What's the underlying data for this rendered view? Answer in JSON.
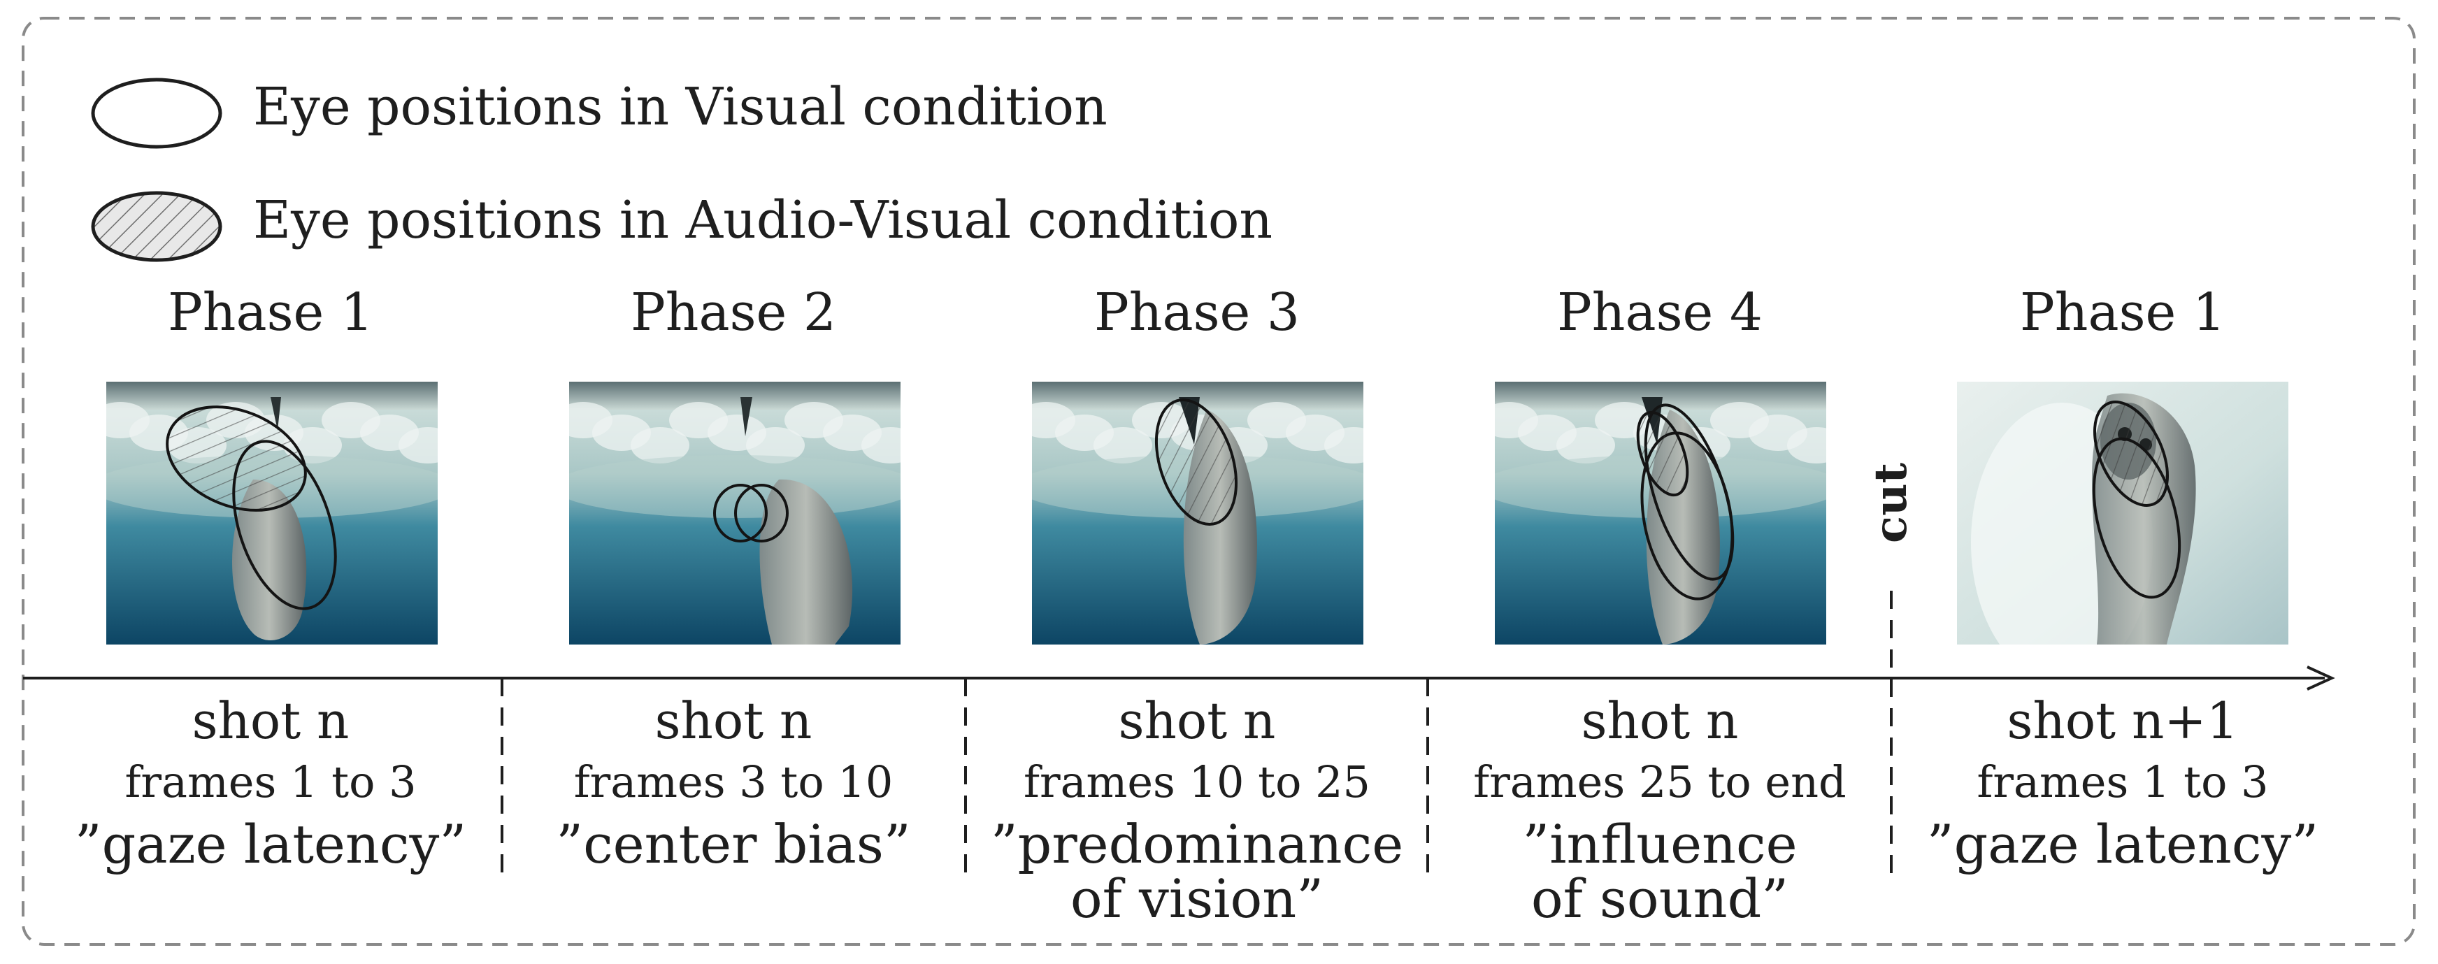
{
  "legend": {
    "visual_label": "Eye positions in Visual condition",
    "audiovisual_label": "Eye positions in Audio-Visual condition"
  },
  "cut_label": "cut",
  "phases": [
    {
      "title": "Phase 1",
      "shot": "shot n",
      "frames": "frames 1 to 3",
      "caption": [
        "”gaze latency”"
      ],
      "scene": "ice-seal-diving-left"
    },
    {
      "title": "Phase 2",
      "shot": "shot n",
      "frames": "frames 3 to 10",
      "caption": [
        "”center bias”"
      ],
      "scene": "ice-seal-right"
    },
    {
      "title": "Phase 3",
      "shot": "shot n",
      "frames": "frames 10 to 25",
      "caption": [
        "”predominance",
        "of vision”"
      ],
      "scene": "ice-seal-center"
    },
    {
      "title": "Phase 4",
      "shot": "shot n",
      "frames": "frames 25 to end",
      "caption": [
        "”influence",
        "of sound”"
      ],
      "scene": "ice-seal-center"
    },
    {
      "title": "Phase 1",
      "shot": "shot n+1",
      "frames": "frames 1 to 3",
      "caption": [
        "”gaze latency”"
      ],
      "scene": "seal-closeup-ice"
    }
  ],
  "colors": {
    "ink": "#1e1e1e",
    "border": "#8a8a8a",
    "hatch": "#6e6e6e",
    "water_deep": "#0f4a66",
    "water_mid": "#2f7e98",
    "ice": "#dfe9e6"
  }
}
